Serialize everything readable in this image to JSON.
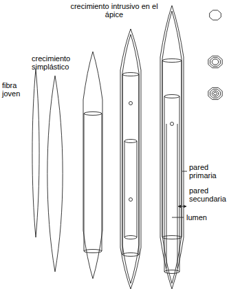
{
  "diagram": {
    "labels": [
      "fibra joven",
      "crecimiento simplástico",
      "crecimiento intrusivo en el ápice",
      "pared primaria",
      "pared secundaria",
      "lumen"
    ]
  }
}
